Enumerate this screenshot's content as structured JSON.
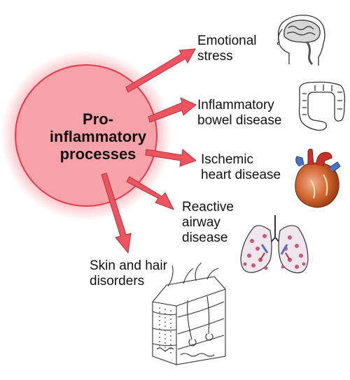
{
  "center": {
    "label": "Pro-\ninflammatory\nprocesses"
  },
  "conditions": [
    {
      "label": "Emotional\nstress",
      "icon": "brain-head-icon"
    },
    {
      "label": "Inflammatory\nbowel disease",
      "icon": "intestine-icon"
    },
    {
      "label": "Ischemic\nheart disease",
      "icon": "heart-icon"
    },
    {
      "label": "Reactive\nairway\ndisease",
      "icon": "lungs-icon"
    },
    {
      "label": "Skin and hair\ndisorders",
      "icon": "skin-section-icon"
    }
  ],
  "colors": {
    "circle_fill": "#f7a1a9",
    "circle_glow": "#ff4d5e",
    "arrow": "#ee5360",
    "heart_red": "#c8302a",
    "heart_blue": "#4a73c8",
    "lung_spot": "#c85a78"
  }
}
